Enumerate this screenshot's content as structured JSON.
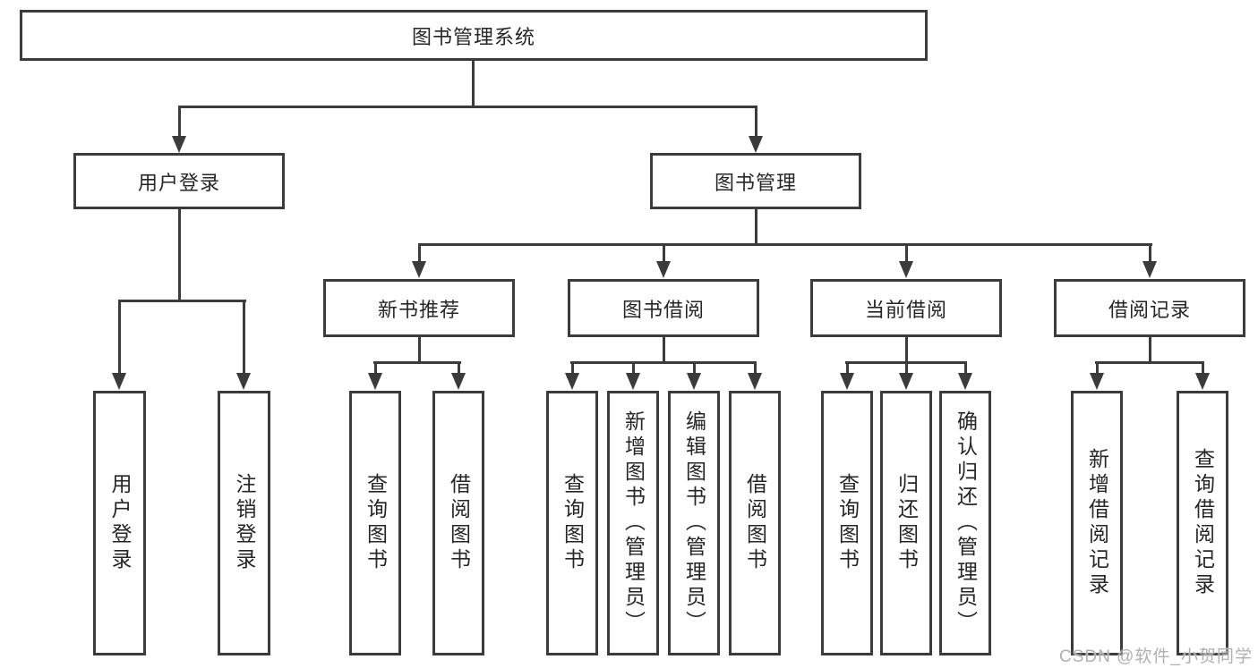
{
  "colors": {
    "line": "#3b3b3b",
    "text": "#262626",
    "watermark": "#b0b0b0",
    "background": "#ffffff"
  },
  "watermark": "CSDN @软件_小贺同学",
  "nodes": {
    "root": "图书管理系统",
    "user_login": "用户登录",
    "book_mgmt": "图书管理",
    "new_book": "新书推荐",
    "book_borrow": "图书借阅",
    "current_borrow": "当前借阅",
    "borrow_records": "借阅记录"
  },
  "leaves": {
    "user_login": [
      "用户登录",
      "注销登录"
    ],
    "new_book": [
      "查询图书",
      "借阅图书"
    ],
    "book_borrow": [
      "查询图书",
      "新增图书（管理员）",
      "编辑图书（管理员）",
      "借阅图书"
    ],
    "current_borrow": [
      "查询图书",
      "归还图书",
      "确认归还（管理员）"
    ],
    "borrow_records": [
      "新增借阅记录",
      "查询借阅记录"
    ]
  }
}
